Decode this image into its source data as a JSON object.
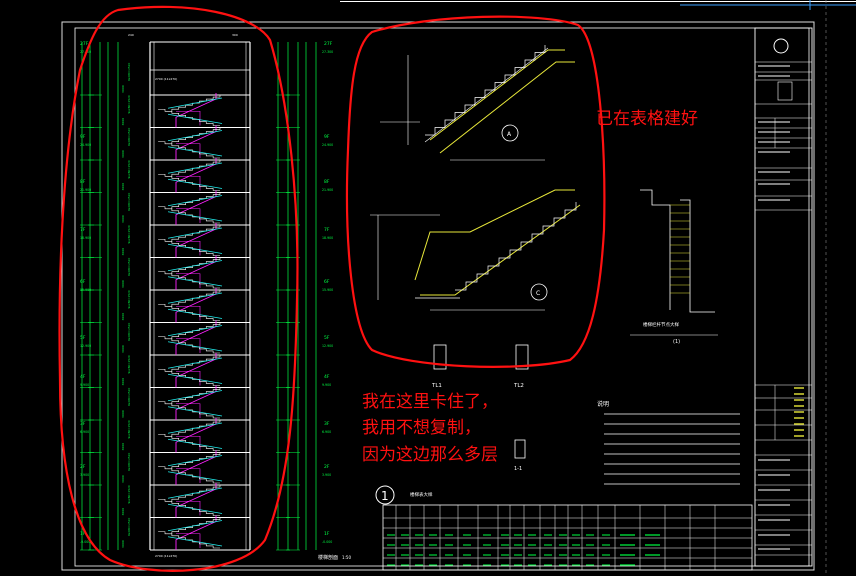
{
  "drawing": {
    "floors": [
      "27F",
      "9F",
      "8F",
      "7F",
      "6F",
      "5F",
      "4F",
      "3F",
      "2F",
      "1F"
    ],
    "elevations": [
      "27.300",
      "24.900",
      "21.900",
      "18.900",
      "15.900",
      "12.900",
      "9.900",
      "6.900",
      "3.900",
      "-0.000"
    ],
    "floor_numbers": [
      "9F",
      "8F",
      "7F",
      "6F",
      "5F",
      "4F",
      "3F",
      "2F",
      "1F"
    ],
    "section_marks": [
      "A",
      "C"
    ],
    "detail_marks": [
      "TL1",
      "TL2",
      "1-1"
    ],
    "detail_title": "(1)",
    "node_label": "楼梯栏杆节点大样",
    "section_title": "楼梯剖面",
    "scale": "1:50",
    "circle_number": "1",
    "table_title": "楼梯表大样",
    "notes_title": "说明"
  },
  "annotations": {
    "note1": "已在表格建好",
    "note2_lines": [
      "我在这里卡住了，",
      "我用不想复制，",
      "因为这边那么多层"
    ]
  },
  "colors": {
    "background": "#000000",
    "frame": "#ffffff",
    "dim_green": "#00ff44",
    "stair_magenta": "#ff22ff",
    "stair_cyan": "#22eeee",
    "rail_yellow": "#e8e83a",
    "markup_red": "#ff1111",
    "table_green": "#00cc33"
  }
}
